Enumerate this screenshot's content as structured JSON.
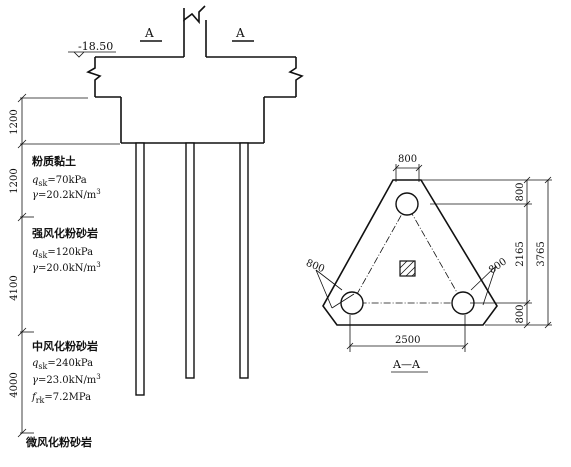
{
  "elevation": "-18.50",
  "section_mark": "A",
  "section_title": "A—A",
  "layer_thickness": [
    "1200",
    "1200",
    "4100",
    "4000"
  ],
  "layers": [
    {
      "name": "粉质黏土",
      "q_label": "q",
      "q_sub": "sk",
      "q_value": "=70kPa",
      "gamma_label": "γ",
      "gamma_value": "=20.2kN/m",
      "gamma_unit_sup": "3"
    },
    {
      "name": "强风化粉砂岩",
      "q_label": "q",
      "q_sub": "sk",
      "q_value": "=120kPa",
      "gamma_label": "γ",
      "gamma_value": "=20.0kN/m",
      "gamma_unit_sup": "3"
    },
    {
      "name": "中风化粉砂岩",
      "q_label": "q",
      "q_sub": "sk",
      "q_value": "=240kPa",
      "gamma_label": "γ",
      "gamma_value": "=23.0kN/m",
      "gamma_unit_sup": "3",
      "f_label": "f",
      "f_sub": "rk",
      "f_value": "=7.2MPa"
    },
    {
      "name": "微风化粉砂岩"
    }
  ],
  "plan_dims": {
    "top_pile": "800",
    "left_edge": "800",
    "right_edge": "800",
    "base_width": "2500",
    "right_top": "800",
    "right_middle": "2165",
    "right_bottom": "800",
    "right_total": "3765"
  }
}
